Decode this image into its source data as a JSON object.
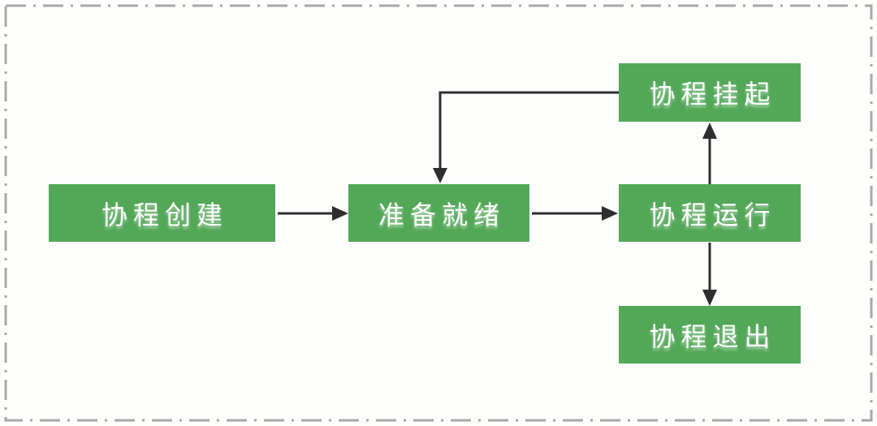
{
  "diagram": {
    "title": "coroutine-state-flowchart",
    "nodes": [
      {
        "id": "create",
        "label": "协程创建"
      },
      {
        "id": "ready",
        "label": "准备就绪"
      },
      {
        "id": "running",
        "label": "协程运行"
      },
      {
        "id": "suspended",
        "label": "协程挂起"
      },
      {
        "id": "exit",
        "label": "协程退出"
      }
    ],
    "edges": [
      {
        "from": "create",
        "to": "ready",
        "direction": "right"
      },
      {
        "from": "ready",
        "to": "running",
        "direction": "right"
      },
      {
        "from": "running",
        "to": "suspended",
        "direction": "up"
      },
      {
        "from": "suspended",
        "to": "ready",
        "direction": "left-then-down"
      },
      {
        "from": "running",
        "to": "exit",
        "direction": "down"
      }
    ],
    "colors": {
      "node_fill": "#53a858",
      "node_text": "#ffffff",
      "arrow": "#2e2e2e",
      "border": "#a8a8a8",
      "background": "#fdfdfb"
    }
  }
}
